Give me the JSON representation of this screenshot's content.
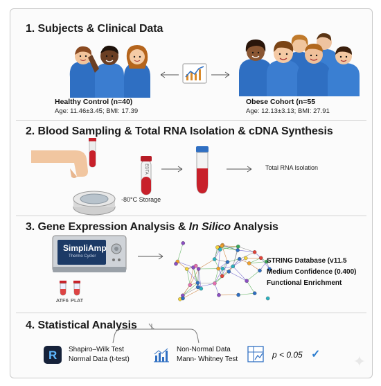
{
  "sections": [
    {
      "title": "1. Subjects & Clinical Data"
    },
    {
      "title": "2. Blood Sampling & Total RNA Isolation & cDNA Synthesis"
    },
    {
      "title_part1": "3. Gene Expression Analysis & ",
      "title_italic": "In Silico",
      "title_part2": " Analysis"
    },
    {
      "title": "4.  Statistical Analysis"
    }
  ],
  "subjects": {
    "healthy": {
      "label": "Healthy Control (n=40)",
      "stats": "Age: 11.46±3.45; BMI: 17.39"
    },
    "obese": {
      "label": "Obese Cohort (n=55",
      "stats": "Age: 12.13±3.13; BMI: 27.91"
    }
  },
  "sampling": {
    "storage": "-80°C Storage",
    "isolation": "Total RNA Isolation",
    "tube_label": "EDTA"
  },
  "expression": {
    "device_brand": "SimpliAmp",
    "device_sub": "Thermo Cycler",
    "tube1": "ATF6",
    "tube2": "PLAT",
    "string_lines": [
      "STRING Database (v11.5",
      "Medium Confidence (0.400)",
      "Functional Enrichment"
    ]
  },
  "stats": {
    "left_line1": "Shapiro–Wilk Test",
    "left_line2": "Normal Data (t-test)",
    "right_line1": "Non-Normal Data",
    "right_line2": "Mann- Whitney Test",
    "pvalue": "p < 0.05",
    "check": "✓"
  },
  "colors": {
    "shirt_blue": "#2f6fc2",
    "blood_red": "#c8202a",
    "check_blue": "#2f7fd0",
    "R_bg": "#16223a"
  }
}
